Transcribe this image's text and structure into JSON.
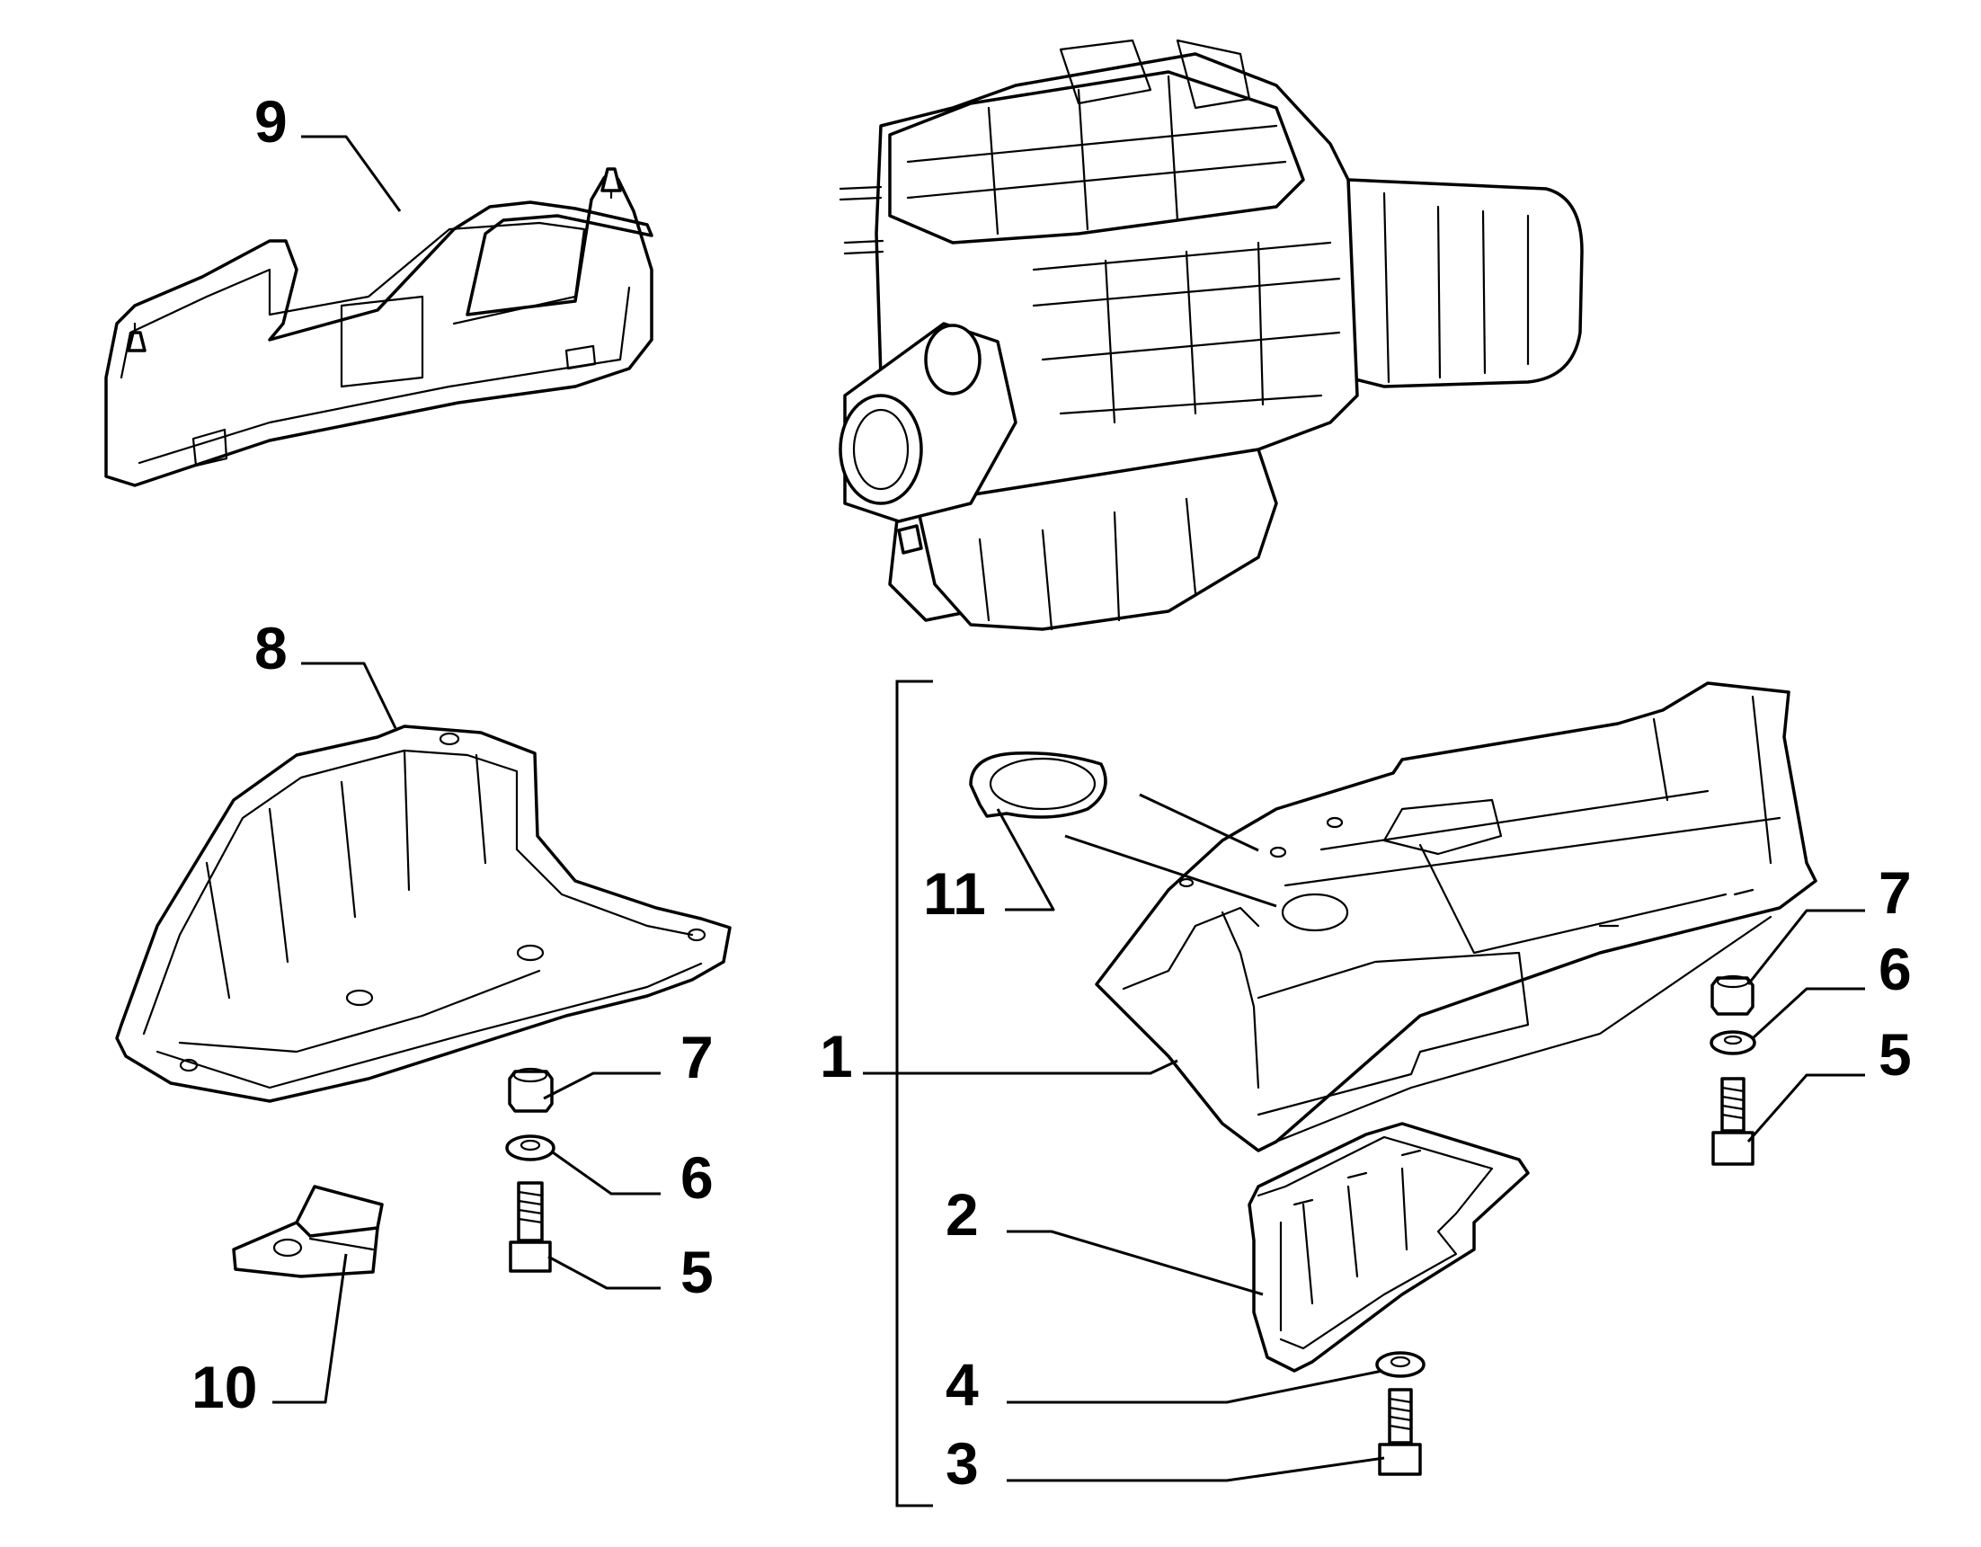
{
  "diagram": {
    "callouts": {
      "c1": "1",
      "c2": "2",
      "c3": "3",
      "c4": "4",
      "c5_left": "5",
      "c6_left": "6",
      "c7_left": "7",
      "c5_right": "5",
      "c6_right": "6",
      "c7_right": "7",
      "c8": "8",
      "c9": "9",
      "c10": "10",
      "c11": "11"
    },
    "colors": {
      "line": "#000000",
      "background": "#ffffff"
    }
  }
}
